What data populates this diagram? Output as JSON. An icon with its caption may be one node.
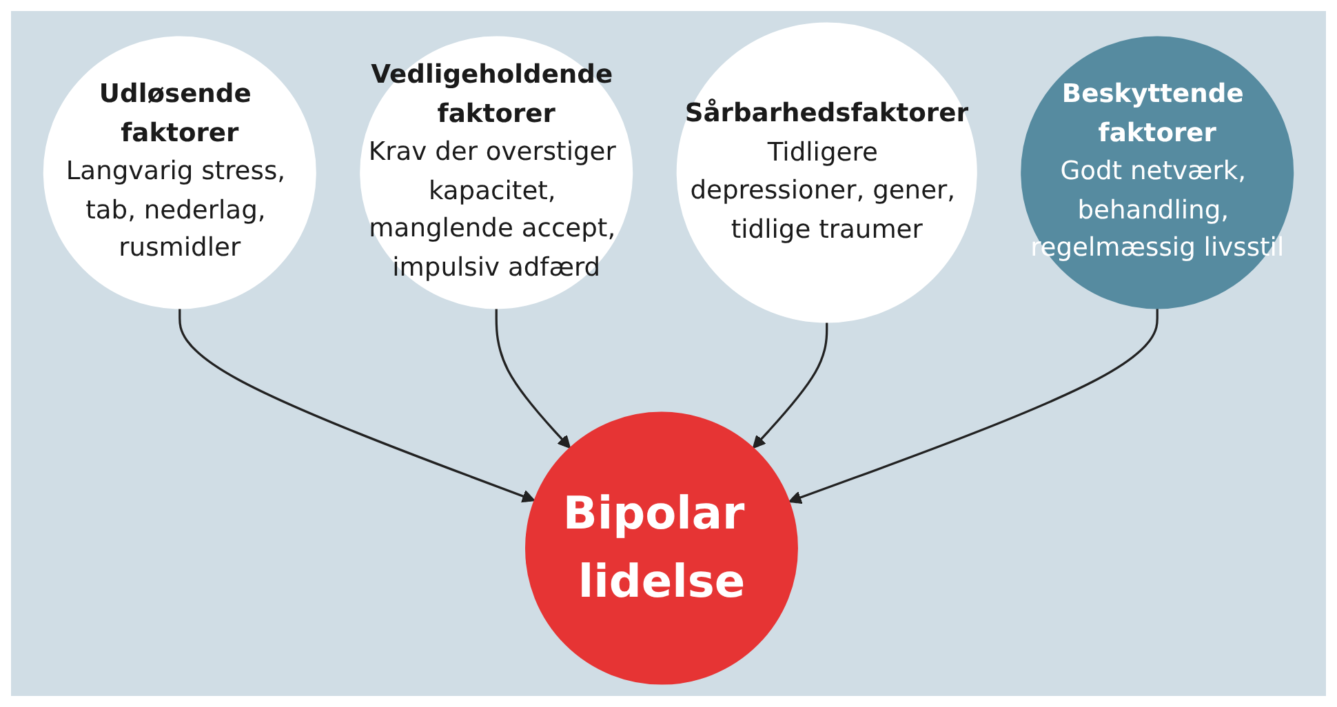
{
  "diagram": {
    "nodes": [
      {
        "text": [
          "Udløsende faktorer",
          "Langvarig stress, tab, nederlag, rusmidler"
        ]
      },
      {
        "text": [
          "Vedligeholdende faktorer",
          "Krav der overstiger kapacitet, manglende accept, impulsiv adfærd"
        ]
      },
      {
        "text": [
          "Sårbarhedsfaktorer",
          "Tidligere depressioner, gener, tidlige traumer"
        ]
      },
      {
        "text": [
          "Bipolar lidelse"
        ]
      },
      {
        "text": [
          "Beskyttende faktorer",
          "Godt netværk, behandling, regelmæssig livsstil"
        ]
      }
    ],
    "edges": [
      {
        "from": 0,
        "to": 3,
        "arrow": "to"
      },
      {
        "from": 1,
        "to": 3,
        "arrow": "to"
      },
      {
        "from": 2,
        "to": 3,
        "arrow": "to"
      },
      {
        "from": 4,
        "to": 3,
        "arrow": "to"
      }
    ]
  }
}
